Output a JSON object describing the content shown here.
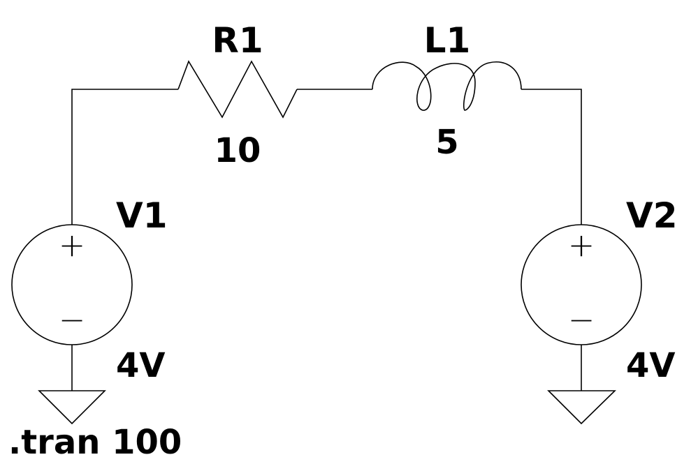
{
  "components": {
    "r1": {
      "name": "R1",
      "value": "10"
    },
    "l1": {
      "name": "L1",
      "value": "5"
    },
    "v1": {
      "name": "V1",
      "value": "4V",
      "plus": "+",
      "minus": "−"
    },
    "v2": {
      "name": "V2",
      "value": "4V",
      "plus": "+",
      "minus": "−"
    }
  },
  "directive": ".tran 100",
  "colors": {
    "line": "#000000",
    "background": "#ffffff"
  }
}
